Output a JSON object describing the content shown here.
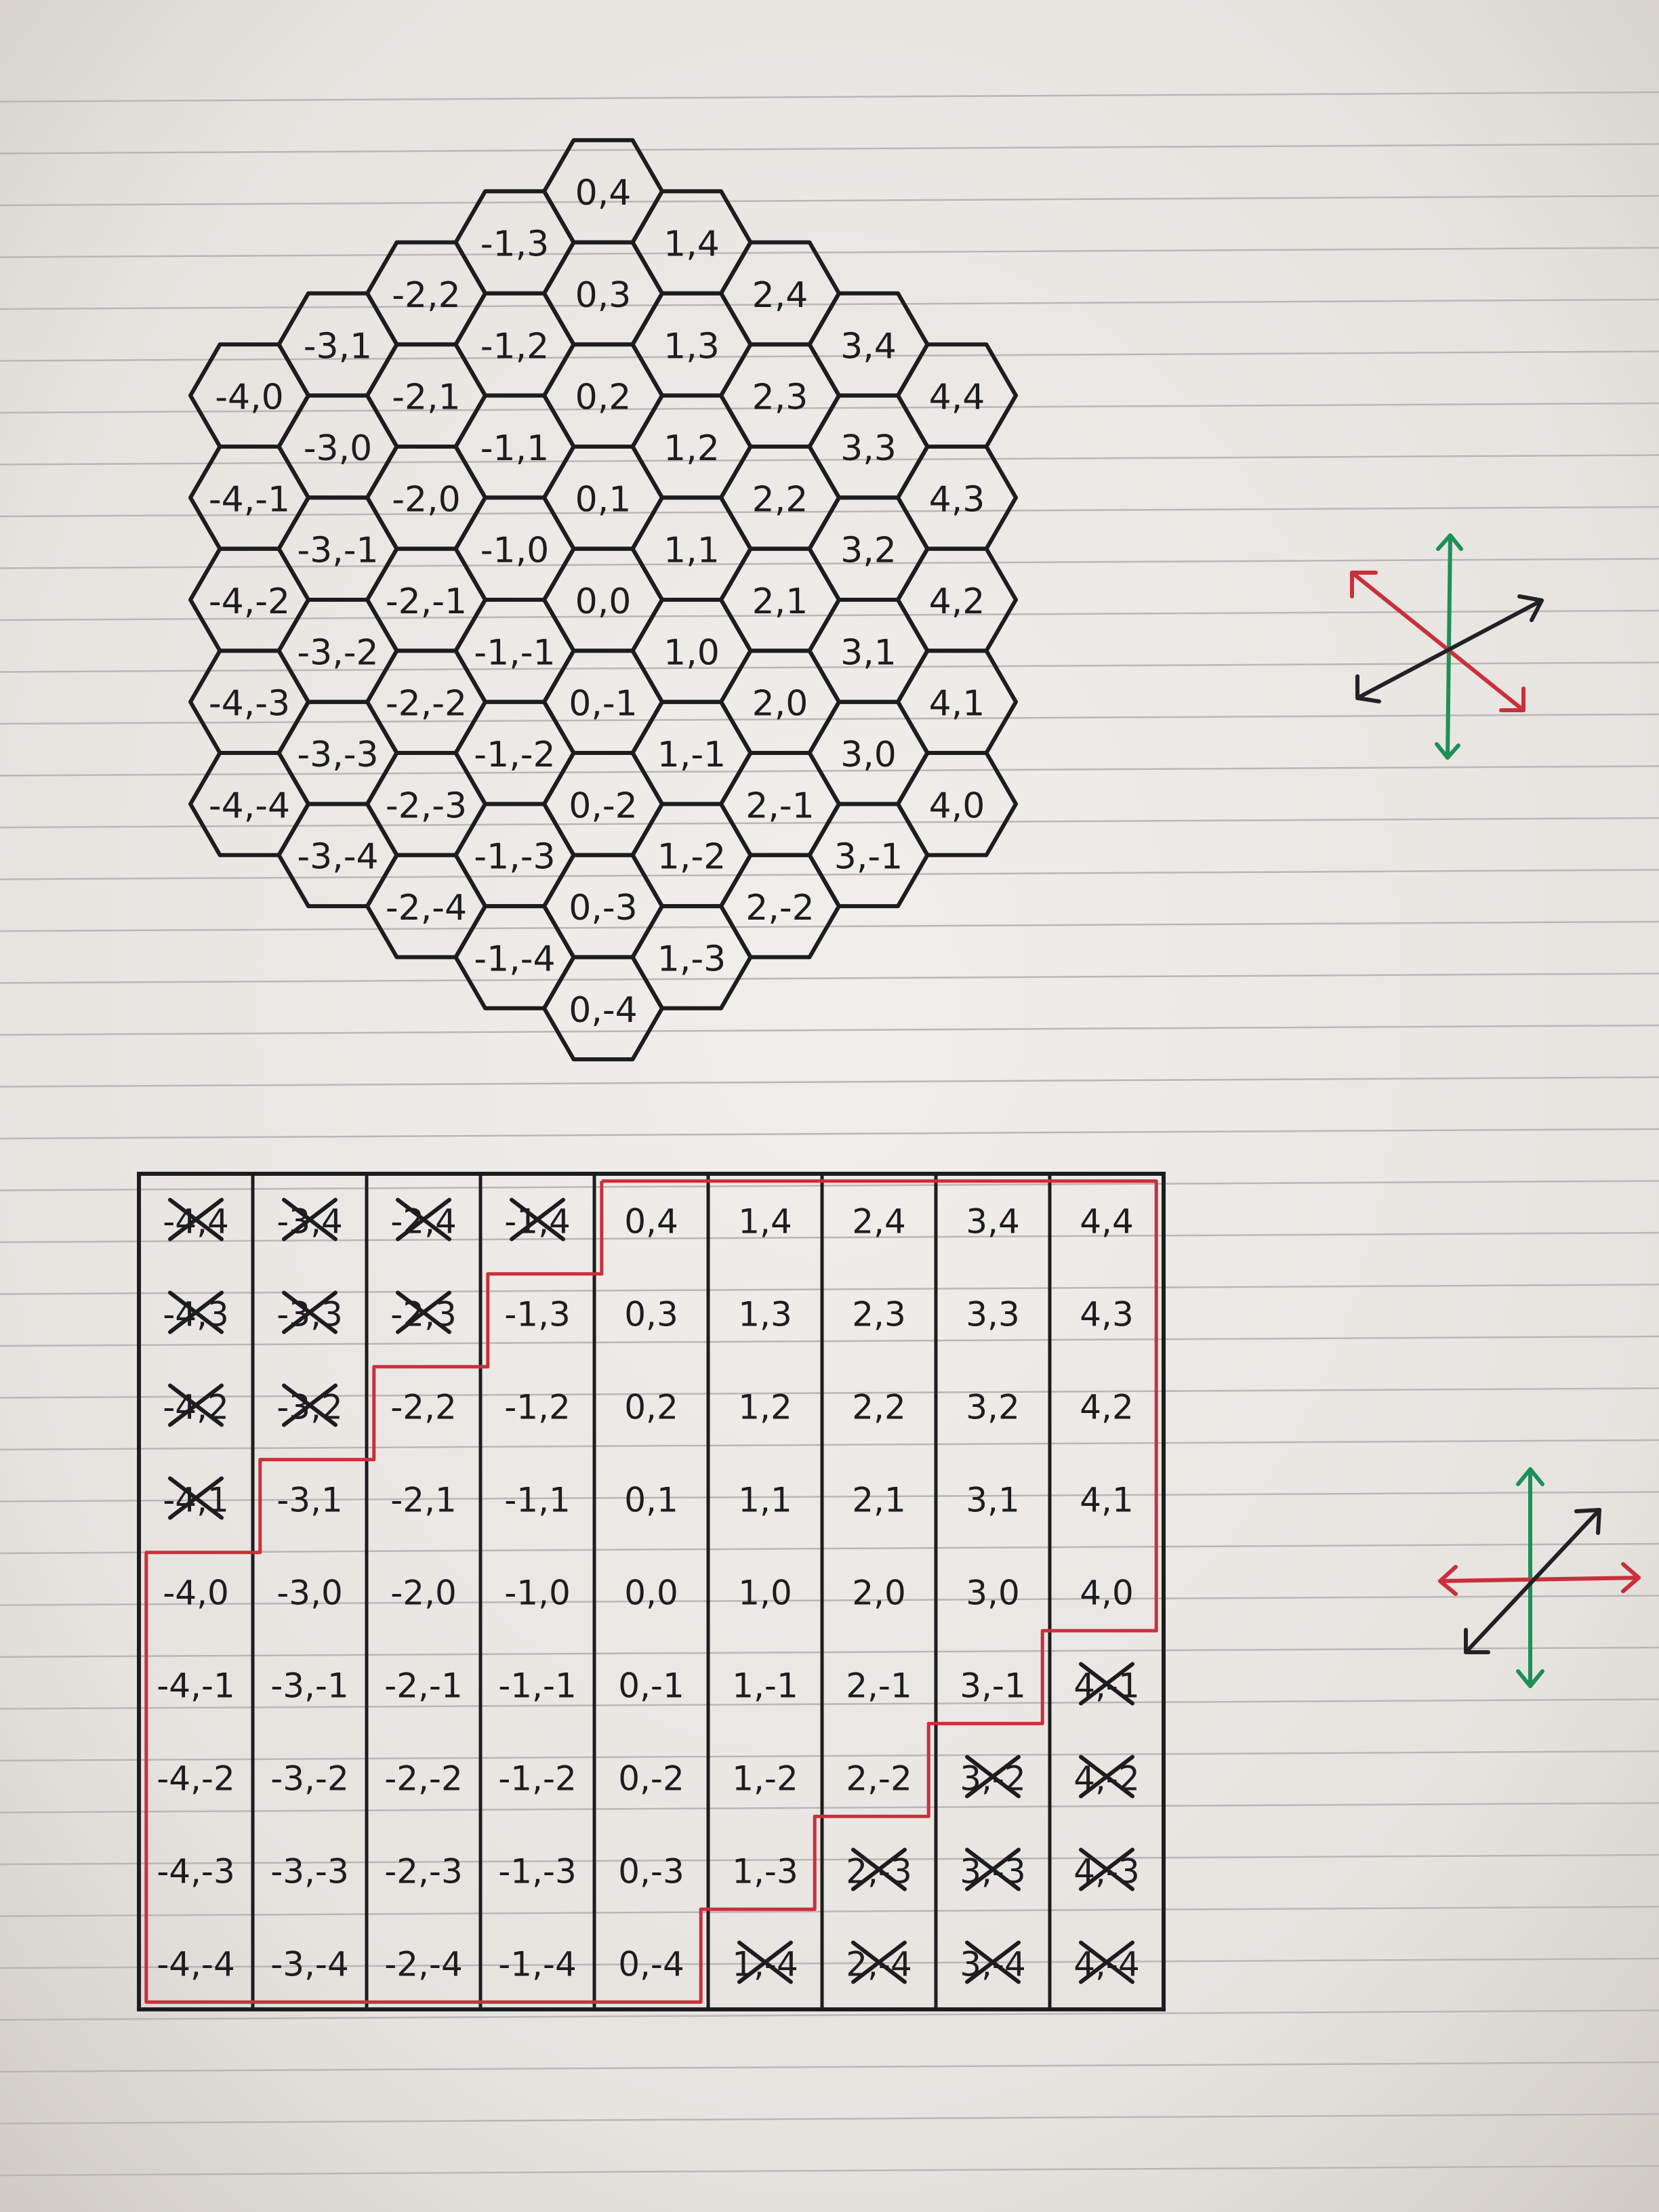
{
  "hex_grid": {
    "cells": [
      {
        "q": -4,
        "r": 0,
        "label": "-4,0"
      },
      {
        "q": -4,
        "r": -1,
        "label": "-4,-1"
      },
      {
        "q": -4,
        "r": -2,
        "label": "-4,-2"
      },
      {
        "q": -4,
        "r": -3,
        "label": "-4,-3"
      },
      {
        "q": -4,
        "r": -4,
        "label": "-4,-4"
      },
      {
        "q": -3,
        "r": 1,
        "label": "-3,1"
      },
      {
        "q": -3,
        "r": 0,
        "label": "-3,0"
      },
      {
        "q": -3,
        "r": -1,
        "label": "-3,-1"
      },
      {
        "q": -3,
        "r": -2,
        "label": "-3,-2"
      },
      {
        "q": -3,
        "r": -3,
        "label": "-3,-3"
      },
      {
        "q": -3,
        "r": -4,
        "label": "-3,-4"
      },
      {
        "q": -2,
        "r": 2,
        "label": "-2,2"
      },
      {
        "q": -2,
        "r": 1,
        "label": "-2,1"
      },
      {
        "q": -2,
        "r": 0,
        "label": "-2,0"
      },
      {
        "q": -2,
        "r": -1,
        "label": "-2,-1"
      },
      {
        "q": -2,
        "r": -2,
        "label": "-2,-2"
      },
      {
        "q": -2,
        "r": -3,
        "label": "-2,-3"
      },
      {
        "q": -2,
        "r": -4,
        "label": "-2,-4"
      },
      {
        "q": -1,
        "r": 3,
        "label": "-1,3"
      },
      {
        "q": -1,
        "r": 2,
        "label": "-1,2"
      },
      {
        "q": -1,
        "r": 1,
        "label": "-1,1"
      },
      {
        "q": -1,
        "r": 0,
        "label": "-1,0"
      },
      {
        "q": -1,
        "r": -1,
        "label": "-1,-1"
      },
      {
        "q": -1,
        "r": -2,
        "label": "-1,-2"
      },
      {
        "q": -1,
        "r": -3,
        "label": "-1,-3"
      },
      {
        "q": -1,
        "r": -4,
        "label": "-1,-4"
      },
      {
        "q": 0,
        "r": 4,
        "label": "0,4"
      },
      {
        "q": 0,
        "r": 3,
        "label": "0,3"
      },
      {
        "q": 0,
        "r": 2,
        "label": "0,2"
      },
      {
        "q": 0,
        "r": 1,
        "label": "0,1"
      },
      {
        "q": 0,
        "r": 0,
        "label": "0,0"
      },
      {
        "q": 0,
        "r": -1,
        "label": "0,-1"
      },
      {
        "q": 0,
        "r": -2,
        "label": "0,-2"
      },
      {
        "q": 0,
        "r": -3,
        "label": "0,-3"
      },
      {
        "q": 0,
        "r": -4,
        "label": "0,-4"
      },
      {
        "q": 1,
        "r": 4,
        "label": "1,4"
      },
      {
        "q": 1,
        "r": 3,
        "label": "1,3"
      },
      {
        "q": 1,
        "r": 2,
        "label": "1,2"
      },
      {
        "q": 1,
        "r": 1,
        "label": "1,1"
      },
      {
        "q": 1,
        "r": 0,
        "label": "1,0"
      },
      {
        "q": 1,
        "r": -1,
        "label": "1,-1"
      },
      {
        "q": 1,
        "r": -2,
        "label": "1,-2"
      },
      {
        "q": 1,
        "r": -3,
        "label": "1,-3"
      },
      {
        "q": 2,
        "r": 4,
        "label": "2,4"
      },
      {
        "q": 2,
        "r": 3,
        "label": "2,3"
      },
      {
        "q": 2,
        "r": 2,
        "label": "2,2"
      },
      {
        "q": 2,
        "r": 1,
        "label": "2,1"
      },
      {
        "q": 2,
        "r": 0,
        "label": "2,0"
      },
      {
        "q": 2,
        "r": -1,
        "label": "2,-1"
      },
      {
        "q": 2,
        "r": -2,
        "label": "2,-2"
      },
      {
        "q": 3,
        "r": 4,
        "label": "3,4"
      },
      {
        "q": 3,
        "r": 3,
        "label": "3,3"
      },
      {
        "q": 3,
        "r": 2,
        "label": "3,2"
      },
      {
        "q": 3,
        "r": 1,
        "label": "3,1"
      },
      {
        "q": 3,
        "r": 0,
        "label": "3,0"
      },
      {
        "q": 3,
        "r": -1,
        "label": "3,-1"
      },
      {
        "q": 4,
        "r": 4,
        "label": "4,4"
      },
      {
        "q": 4,
        "r": 3,
        "label": "4,3"
      },
      {
        "q": 4,
        "r": 2,
        "label": "4,2"
      },
      {
        "q": 4,
        "r": 1,
        "label": "4,1"
      },
      {
        "q": 4,
        "r": 0,
        "label": "4,0"
      }
    ],
    "axis_arrow_colors": {
      "diagonal_a": "#c9303a",
      "vertical": "#1f8f5a",
      "diagonal_b": "#222226"
    }
  },
  "square_grid": {
    "rows": [
      [
        "-4,4",
        "-3,4",
        "-2,4",
        "-1,4",
        "0,4",
        "1,4",
        "2,4",
        "3,4",
        "4,4"
      ],
      [
        "-4,3",
        "-3,3",
        "-2,3",
        "-1,3",
        "0,3",
        "1,3",
        "2,3",
        "3,3",
        "4,3"
      ],
      [
        "-4,2",
        "-3,2",
        "-2,2",
        "-1,2",
        "0,2",
        "1,2",
        "2,2",
        "3,2",
        "4,2"
      ],
      [
        "-4,1",
        "-3,1",
        "-2,1",
        "-1,1",
        "0,1",
        "1,1",
        "2,1",
        "3,1",
        "4,1"
      ],
      [
        "-4,0",
        "-3,0",
        "-2,0",
        "-1,0",
        "0,0",
        "1,0",
        "2,0",
        "3,0",
        "4,0"
      ],
      [
        "-4,-1",
        "-3,-1",
        "-2,-1",
        "-1,-1",
        "0,-1",
        "1,-1",
        "2,-1",
        "3,-1",
        "4,-1"
      ],
      [
        "-4,-2",
        "-3,-2",
        "-2,-2",
        "-1,-2",
        "0,-2",
        "1,-2",
        "2,-2",
        "3,-2",
        "4,-2"
      ],
      [
        "-4,-3",
        "-3,-3",
        "-2,-3",
        "-1,-3",
        "0,-3",
        "1,-3",
        "2,-3",
        "3,-3",
        "4,-3"
      ],
      [
        "-4,-4",
        "-3,-4",
        "-2,-4",
        "-1,-4",
        "0,-4",
        "1,-4",
        "2,-4",
        "3,-4",
        "4,-4"
      ]
    ],
    "crossed_out": [
      [
        "-4,4",
        "-3,4",
        "-2,4",
        "-1,4"
      ],
      [
        "-4,3",
        "-3,3",
        "-2,3"
      ],
      [
        "-4,2",
        "-3,2"
      ],
      [
        "-4,1"
      ],
      [
        "4,-1"
      ],
      [
        "3,-2",
        "4,-2"
      ],
      [
        "2,-3",
        "3,-3",
        "4,-3"
      ],
      [
        "1,-4",
        "2,-4",
        "3,-4",
        "4,-4"
      ]
    ],
    "boundary_color": "#c9303a",
    "axis_arrow_colors": {
      "horizontal": "#c9303a",
      "vertical": "#1f8f5a",
      "diagonal": "#222226"
    }
  }
}
